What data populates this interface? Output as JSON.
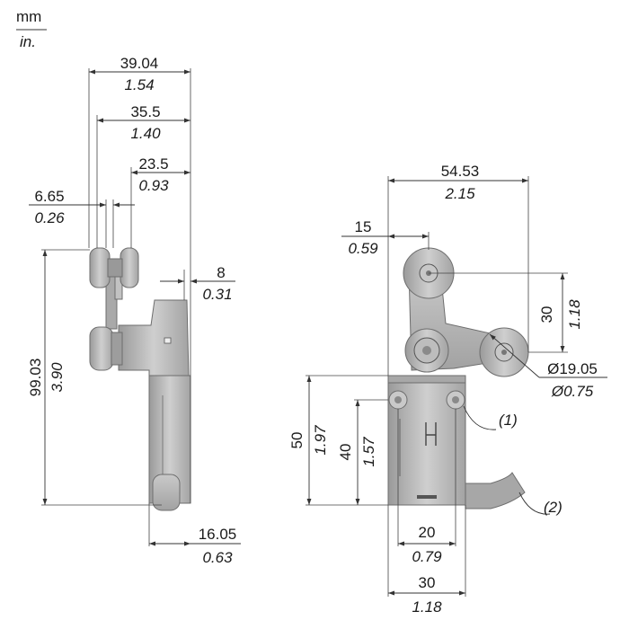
{
  "units": {
    "primary": "mm",
    "secondary": "in."
  },
  "side_view": {
    "overall_width": {
      "mm": "39.04",
      "in": "1.54"
    },
    "roller_span": {
      "mm": "35.5",
      "in": "1.40"
    },
    "rear_roller_offset": {
      "mm": "23.5",
      "in": "0.93"
    },
    "front_roller_offset": {
      "mm": "6.65",
      "in": "0.26"
    },
    "head_step": {
      "mm": "8",
      "in": "0.31"
    },
    "overall_height": {
      "mm": "99.03",
      "in": "3.90"
    },
    "body_depth": {
      "mm": "16.05",
      "in": "0.63"
    }
  },
  "front_view": {
    "overall_width": {
      "mm": "54.53",
      "in": "2.15"
    },
    "roller_offset": {
      "mm": "15",
      "in": "0.59"
    },
    "roller_height_diff": {
      "mm": "30",
      "in": "1.18"
    },
    "roller_diameter": {
      "mm": "Ø19.05",
      "in": "Ø0.75"
    },
    "body_height": {
      "mm": "50",
      "in": "1.97"
    },
    "mounting_height": {
      "mm": "40",
      "in": "1.57"
    },
    "mounting_spacing": {
      "mm": "20",
      "in": "0.79"
    },
    "body_width": {
      "mm": "30",
      "in": "1.18"
    },
    "callouts": [
      "(1)",
      "(2)"
    ]
  },
  "colors": {
    "part_fill": "#b8b8b8",
    "part_dark": "#8a8a8a",
    "line": "#333333",
    "text": "#1a1a1a"
  }
}
